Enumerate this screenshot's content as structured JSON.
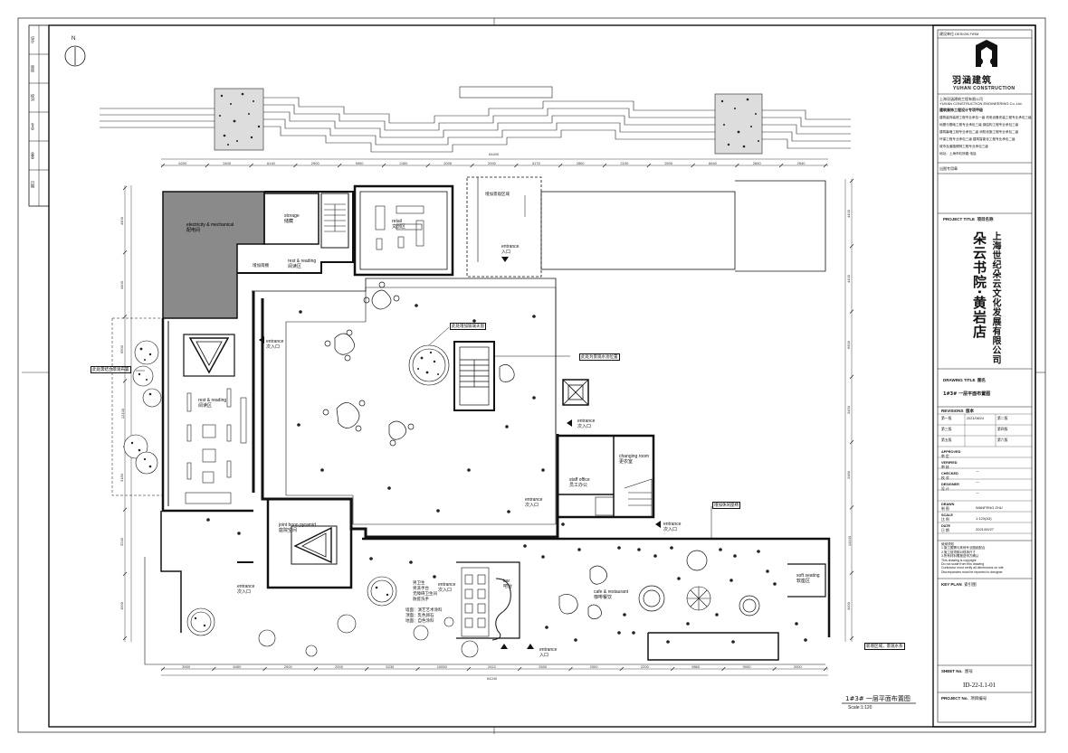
{
  "north_label": "N",
  "plan": {
    "overall_top_dim": "64400",
    "overall_bottom_dim": "64240",
    "top_dims": [
      "6200",
      "2400",
      "6140",
      "2900",
      "9900",
      "2400",
      "2005",
      "2000",
      "3175",
      "2800",
      "2100",
      "2500",
      "6640",
      "2840",
      "2540"
    ],
    "bottom_dims": [
      "3900",
      "6450",
      "2000",
      "2000",
      "5230",
      "10050",
      "2410",
      "2600",
      "2000",
      "2200",
      "9860",
      "9000",
      "2000"
    ],
    "left_dims": [
      "4400",
      "4400",
      "6500",
      "12100",
      "3180",
      "3240",
      "1900"
    ],
    "right_dims": [
      "4400",
      "4400",
      "6600",
      "3450",
      "3480",
      "14100",
      "3000"
    ],
    "rooms": {
      "mech_en": "electricity & mechanical",
      "mech_cn": "配电间",
      "storage_en": "storage",
      "storage_cn": "储藏",
      "retail_en": "retail",
      "retail_cn": "文创区",
      "rest1_en": "rest & reading",
      "rest1_cn": "阅读区",
      "rest2_en": "rest & reading",
      "rest2_cn": "阅读区",
      "entrance_top_en": "entrance",
      "entrance_top_cn": "入口",
      "entrance_left_en": "entrance",
      "entrance_left_cn": "次入口",
      "entrance_mid_en": "entrance",
      "entrance_mid_cn": "次入口",
      "entrance_inner_en": "entrance",
      "entrance_inner_cn": "次入口",
      "entrance_right_en": "entrance",
      "entrance_right_cn": "次入口",
      "entrance_bl_en": "entrance",
      "entrance_bl_cn": "次入口",
      "entrance_b2_en": "entrance",
      "entrance_b2_cn": "次入口",
      "entrance_b3_en": "entrance",
      "entrance_b3_cn": "入口",
      "staff_en": "staff office",
      "staff_cn": "员工办公",
      "changing_en": "changing room",
      "changing_cn": "更衣室",
      "joint_en": "joint boon pyramid",
      "joint_cn": "庭院空间",
      "cafe_en": "cafe & restaurant",
      "cafe_cn": "咖啡餐饮",
      "soft_en": "soft seating",
      "soft_cn": "软座区",
      "bar_en": "bar",
      "bar_cn": "吧台"
    },
    "notes": {
      "n1": "增加雨棚",
      "n2": "增加景观区域",
      "n3": "此处需结合景观布置",
      "n4": "此处增加玻璃天窗",
      "n5": "此处为景观水池位置",
      "n6": "增加休闲座椅",
      "n7": "新增区域，景观水系",
      "wc_lines": [
        "男卫生",
        "男洗手台",
        "无障碍卫生间",
        "防疫洗手"
      ],
      "wall_lines": [
        "墙面：演艺艺术涂料",
        "顶面：乳色卵石",
        "地面：自色涂料"
      ]
    },
    "drawing_caption": "1#3# 一层平面布置图",
    "scale_caption": "Scale:1:120"
  },
  "title_block": {
    "firm_header": "建设单位 DESIGN FIRM",
    "logo_cn": "羽涵建筑",
    "logo_en": "YUHAN CONSTRUCTION",
    "firm_lines": [
      "上海羽涵建筑工程有限公司",
      "YUHAN CONSTRUCTION ENGINEERING Co.,Ltd."
    ],
    "cert_header": "建筑装饰工程设计专项甲级",
    "cert_lines": [
      "建筑装饰装修工程专业承包一级 机电设备安装工程专业承包三级",
      "地基与基础工程专业承包三级 钢结构工程专业承包三级",
      "建筑幕墙工程专业承包二级 消防设施工程专业承包二级",
      "环保工程专业承包三级 建筑智能化工程专业承包二级",
      "城市及道路照明工程专业承包三级",
      "地址：上海市虹桥路 电话"
    ],
    "stamp_label": "出图专用章",
    "project_title_label": "PROJECT TITLE",
    "project_title_cn_label": "项目名称",
    "project_name": "朵云书院·黄岩店",
    "client_name": "上海世纪朵云文化发展有限公司",
    "drawing_title_label": "DRAWING TITLE",
    "drawing_title_cn_label": "图名",
    "drawing_title": "1#3# 一层平面布置图",
    "revisions_label": "REVISIONS",
    "revisions_cn": "版本",
    "revision_rows": [
      [
        "第一版",
        "2021/08/24",
        "第二版",
        ""
      ],
      [
        "第三版",
        "",
        "第四版",
        ""
      ],
      [
        "第五版",
        "",
        "第六版",
        ""
      ]
    ],
    "approved_label": "APPROVED",
    "approved_cn": "审 定",
    "verified_label": "VERIFIED",
    "verified_cn": "审 核",
    "checked_label": "CHECKED",
    "checked_cn": "校 对",
    "designer_label": "DESIGNER",
    "designer_cn": "设 计",
    "drawn_label": "DRAWN",
    "drawn_cn": "制 图",
    "drawn_value": "WANFENG ZHU",
    "scale_label": "SCALE",
    "scale_cn": "比 例",
    "scale_value": "1:120(A3)",
    "date_label": "DATE",
    "date_cn": "日 期",
    "date_value": "2021/09/27",
    "dash": "—",
    "notes_lines": [
      "使用须知",
      "1.施工图需与其他专业图纸配合",
      "2.施工前须核对现场尺寸",
      "3.所有材料需报送甲方确认",
      "This drawing is copyright",
      "Do not scale from this drawing",
      "Contractor must verify all dimensions on site",
      "Discrepancies must be reported to designer"
    ],
    "key_plan_label": "KEY PLAN",
    "key_plan_cn": "索引图",
    "sheet_no_label": "SHEET No.",
    "sheet_no_cn": "图号",
    "sheet_no": "ID-22-L1-01",
    "project_no_label": "PROJECT No.",
    "project_no_cn": "项目编号"
  },
  "left_strip": [
    "设计",
    "审核",
    "校对",
    "专业",
    "会签",
    "日期"
  ]
}
